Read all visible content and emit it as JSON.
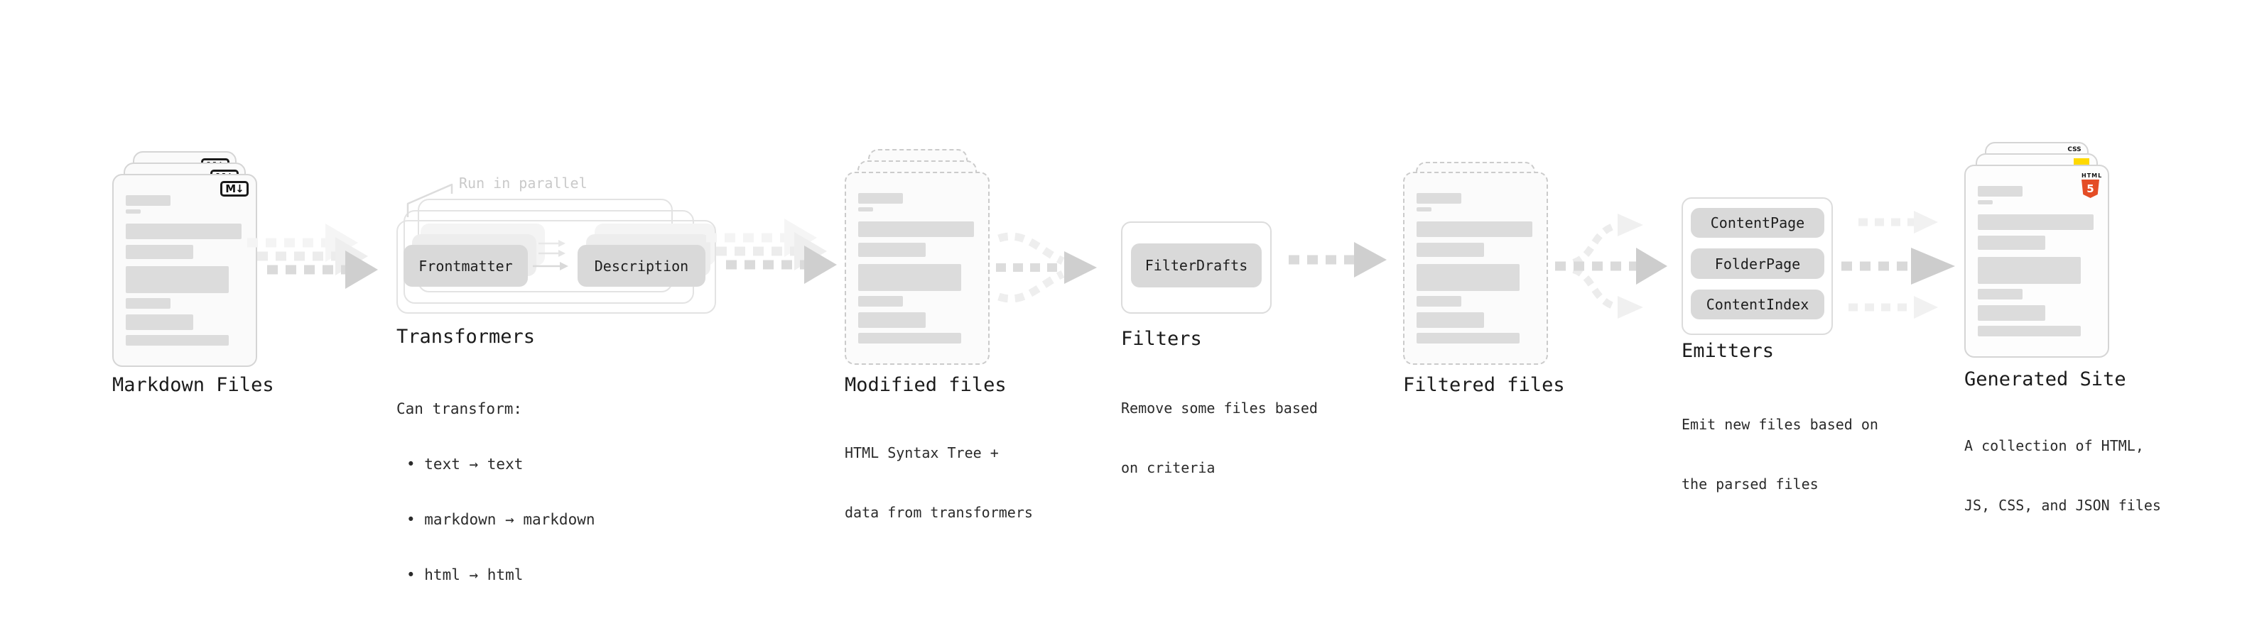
{
  "pipeline": {
    "markdown_files": {
      "label": "Markdown Files",
      "badge": "M↓"
    },
    "transformers": {
      "label": "Transformers",
      "annotation": "Run in parallel",
      "frontmatter_button": "Frontmatter",
      "description_button": "Description",
      "note_title": "Can transform:",
      "bullets": [
        "• text → text",
        "• markdown → markdown",
        "• html → html"
      ]
    },
    "modified_files": {
      "label": "Modified files",
      "note_lines": [
        "HTML Syntax Tree +",
        "data from transformers"
      ]
    },
    "filters": {
      "label": "Filters",
      "filter_button": "FilterDrafts",
      "note_lines": [
        "Remove some files based",
        "on criteria"
      ]
    },
    "filtered_files": {
      "label": "Filtered files"
    },
    "emitters": {
      "label": "Emitters",
      "buttons": [
        "ContentPage",
        "FolderPage",
        "ContentIndex"
      ],
      "note_lines": [
        "Emit new files based on",
        "the parsed files"
      ]
    },
    "generated_site": {
      "label": "Generated Site",
      "note_lines": [
        "A collection of HTML,",
        "JS, CSS, and JSON files"
      ],
      "css_badge": "CSS",
      "html_badge_text": "HTML",
      "html_badge_number": "5"
    }
  },
  "colors": {
    "html5_orange": "#e44d26",
    "js_yellow": "#ffd900",
    "css_blue": "#2b63e8",
    "button_gray": "#d9d9d9",
    "bar_gray": "#dcdcdc",
    "arrow_gray": "#cfcfcf"
  }
}
